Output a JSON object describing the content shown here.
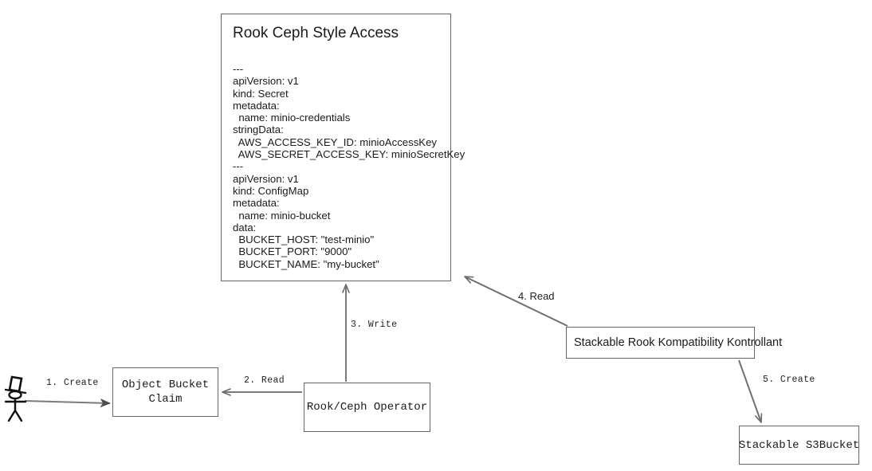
{
  "diagram": {
    "title": "Rook Ceph Style Access flow",
    "background_color": "#ffffff",
    "stroke_color": "#666666",
    "text_color": "#1a1a1a"
  },
  "manifest_card": {
    "title": "Rook Ceph Style Access",
    "yaml": "---\napiVersion: v1\nkind: Secret\nmetadata:\n  name: minio-credentials\nstringData:\n  AWS_ACCESS_KEY_ID: minioAccessKey\n  AWS_SECRET_ACCESS_KEY: minioSecretKey\n---\napiVersion: v1\nkind: ConfigMap\nmetadata:\n  name: minio-bucket\ndata:\n  BUCKET_HOST: \"test-minio\"\n  BUCKET_PORT: \"9000\"\n  BUCKET_NAME: \"my-bucket\"",
    "yaml_lines": [
      "---",
      "apiVersion: v1",
      "kind: Secret",
      "metadata:",
      "  name: minio-credentials",
      "stringData:",
      "  AWS_ACCESS_KEY_ID: minioAccessKey",
      "  AWS_SECRET_ACCESS_KEY: minioSecretKey",
      "---",
      "apiVersion: v1",
      "kind: ConfigMap",
      "metadata:",
      "  name: minio-bucket",
      "data:",
      "  BUCKET_HOST: \"test-minio\"",
      "  BUCKET_PORT: \"9000\"",
      "  BUCKET_NAME: \"my-bucket\""
    ]
  },
  "nodes": {
    "actor": {
      "label": "",
      "icon": "stick-figure-with-top-hat"
    },
    "object_bucket_claim": {
      "label": "Object Bucket\nClaim"
    },
    "operator": {
      "label": "Rook/Ceph Operator"
    },
    "kontrollant": {
      "label": "Stackable Rook Kompatibility Kontrollant"
    },
    "s3bucket": {
      "label": "Stackable S3Bucket"
    }
  },
  "edges": [
    {
      "id": "e1",
      "label": "1. Create",
      "from": "actor",
      "to": "object_bucket_claim"
    },
    {
      "id": "e2",
      "label": "2. Read",
      "from": "operator",
      "to": "object_bucket_claim"
    },
    {
      "id": "e3",
      "label": "3. Write",
      "from": "operator",
      "to": "manifest_card"
    },
    {
      "id": "e4",
      "label": "4. Read",
      "from": "kontrollant",
      "to": "manifest_card"
    },
    {
      "id": "e5",
      "label": "5. Create",
      "from": "kontrollant",
      "to": "s3bucket"
    }
  ]
}
